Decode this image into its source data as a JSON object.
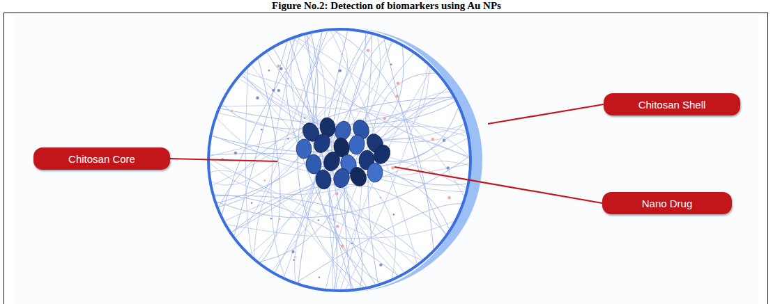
{
  "diagram": {
    "title": "Figure No.2: Detection of biomarkers using Au NPs",
    "nodes": [
      {
        "text": [
          "Chitosan Shell"
        ]
      },
      {
        "text": [
          "Chitosan Core"
        ]
      },
      {
        "text": [
          "Nano Drug"
        ]
      }
    ]
  }
}
